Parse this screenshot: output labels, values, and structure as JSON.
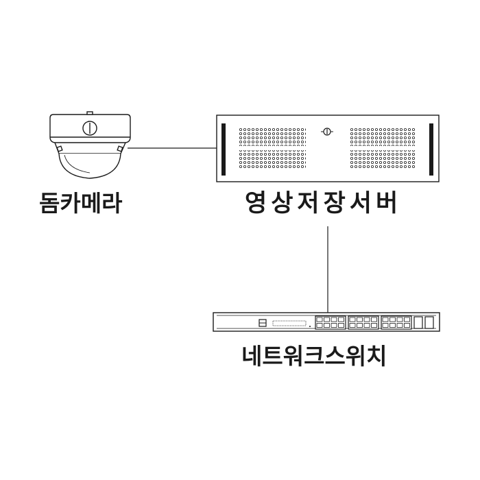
{
  "devices": {
    "camera": {
      "label": "돔카메라",
      "icon": "dome-camera-icon"
    },
    "server": {
      "label": "영상저장서버",
      "icon": "server-rack-icon"
    },
    "switch": {
      "label": "네트워크스위치",
      "icon": "network-switch-icon"
    }
  },
  "colors": {
    "stroke": "#1a1a1a",
    "background": "#ffffff"
  }
}
